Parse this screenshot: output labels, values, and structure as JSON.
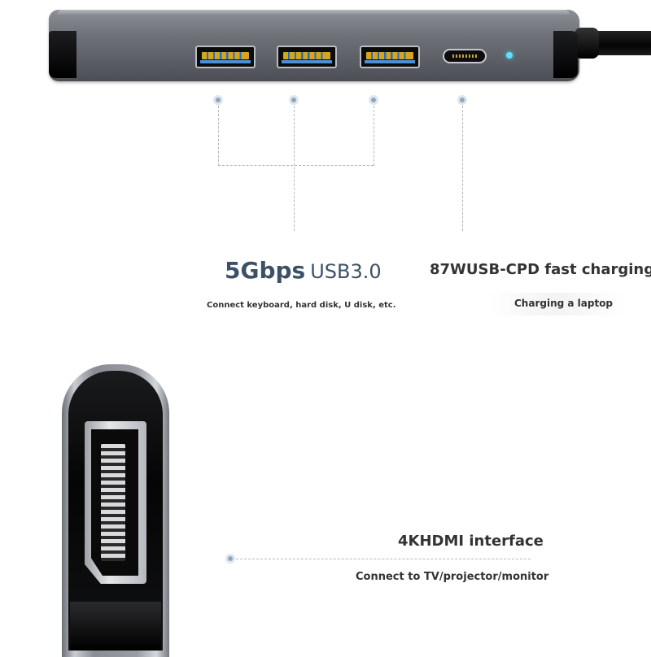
{
  "usb_speed": {
    "value": "5Gbps",
    "standard": "USB3.0",
    "description": "Connect keyboard, hard disk, U disk, etc."
  },
  "charging": {
    "title": "87WUSB-CPD fast charging",
    "description": "Charging a laptop"
  },
  "hdmi": {
    "title": "4KHDMI interface",
    "description": "Connect to TV/projector/monitor"
  },
  "colors": {
    "accent_text": "#3d5166",
    "body_text": "#333333",
    "led": "#5fe1ff",
    "callout_dot": "#8fa6bd"
  },
  "icons": [
    "usb-a-port-icon",
    "usb-c-port-icon",
    "hdmi-port-icon",
    "led-indicator"
  ]
}
